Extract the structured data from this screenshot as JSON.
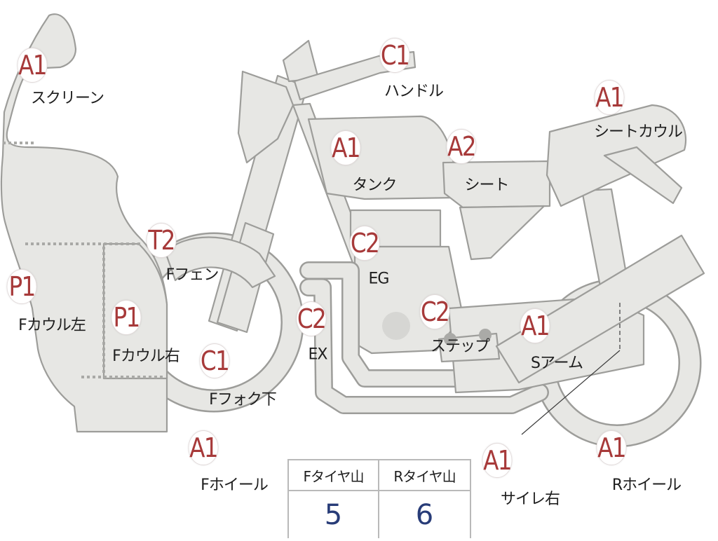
{
  "parts": [
    {
      "id": "screen",
      "grade": "A1",
      "label": "スクリーン"
    },
    {
      "id": "handle",
      "grade": "C1",
      "label": "ハンドル"
    },
    {
      "id": "seatcowl",
      "grade": "A1",
      "label": "シートカウル"
    },
    {
      "id": "tank",
      "grade": "A1",
      "label": "タンク"
    },
    {
      "id": "seat",
      "grade": "A2",
      "label": "シート"
    },
    {
      "id": "ffender",
      "grade": "T2",
      "label": "Fフェン"
    },
    {
      "id": "engine",
      "grade": "C2",
      "label": "EG"
    },
    {
      "id": "fcowl-l",
      "grade": "P1",
      "label": "Fカウル左"
    },
    {
      "id": "fcowl-r",
      "grade": "P1",
      "label": "Fカウル右"
    },
    {
      "id": "exhaust",
      "grade": "C2",
      "label": "EX"
    },
    {
      "id": "step",
      "grade": "C2",
      "label": "ステップ"
    },
    {
      "id": "swingarm",
      "grade": "A1",
      "label": "Sアーム"
    },
    {
      "id": "ffork",
      "grade": "C1",
      "label": "Fフォク下"
    },
    {
      "id": "fwheel",
      "grade": "A1",
      "label": "Fホイール"
    },
    {
      "id": "muffler",
      "grade": "A1",
      "label": "サイレ右"
    },
    {
      "id": "rwheel",
      "grade": "A1",
      "label": "Rホイール"
    }
  ],
  "tread": {
    "front_label": "Fタイヤ山",
    "rear_label": "Rタイヤ山",
    "front_value": "5",
    "rear_value": "6"
  }
}
